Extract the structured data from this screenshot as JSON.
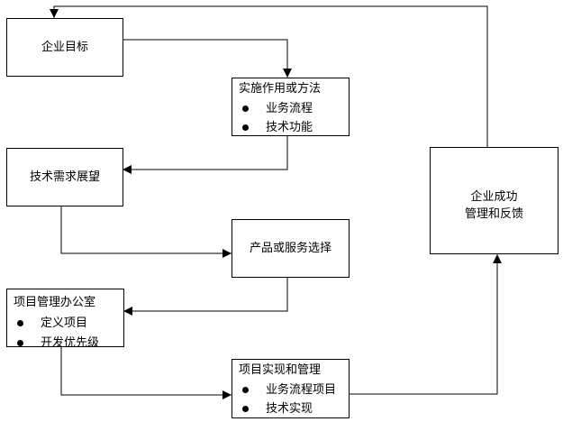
{
  "colors": {
    "stroke": "#000000",
    "background": "#ffffff",
    "box_fill": "#ffffff"
  },
  "icons": {
    "bullet_icon": "●",
    "arrowhead_icon": "▼"
  },
  "boxes": {
    "enterprise_goals": {
      "title": "企业目标"
    },
    "implementation_methods": {
      "title": "实施作用或方法",
      "bullets": [
        "业务流程",
        "技术功能"
      ]
    },
    "tech_requirements": {
      "title": "技术需求展望"
    },
    "product_selection": {
      "title": "产品或服务选择"
    },
    "pmo": {
      "title": "项目管理办公室",
      "bullets": [
        "定义项目",
        "开发优先级"
      ]
    },
    "project_implementation": {
      "title": "项目实现和管理",
      "bullets": [
        "业务流程项目",
        "技术实现"
      ]
    },
    "enterprise_success": {
      "title_lines": [
        "企业成功",
        "管理和反馈"
      ]
    }
  },
  "edges": [
    {
      "from": "enterprise_success",
      "to": "enterprise_goals"
    },
    {
      "from": "enterprise_goals",
      "to": "implementation_methods"
    },
    {
      "from": "implementation_methods",
      "to": "tech_requirements"
    },
    {
      "from": "tech_requirements",
      "to": "product_selection"
    },
    {
      "from": "product_selection",
      "to": "pmo"
    },
    {
      "from": "pmo",
      "to": "project_implementation"
    },
    {
      "from": "project_implementation",
      "to": "enterprise_success"
    }
  ]
}
